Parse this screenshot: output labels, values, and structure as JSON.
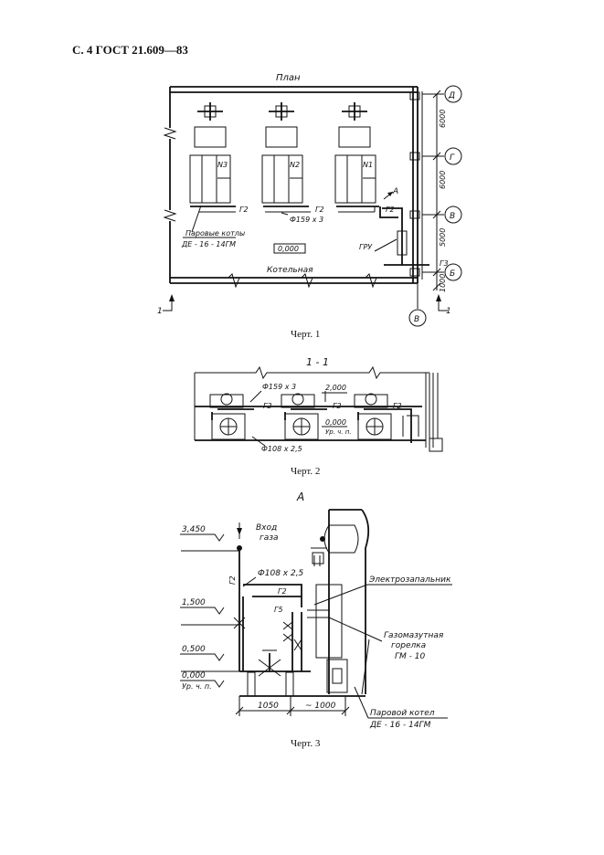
{
  "header": "С. 4 ГОСТ 21.609—83",
  "figure1": {
    "caption": "Черт. 1",
    "title": "План",
    "axes": [
      "Д",
      "Г",
      "В",
      "Б",
      "В"
    ],
    "dims": [
      "6000",
      "6000",
      "5000",
      "1000"
    ],
    "boilers": [
      "N3",
      "N2",
      "N1"
    ],
    "pipe_label": "Г2",
    "pipe_label_g3": "Г3",
    "diameter": "Ф159 х 3",
    "boiler_label_1": "Паровые котлы",
    "boiler_label_2": "ДЕ - 16 - 14ГМ",
    "level": "0,000",
    "room": "Котельная",
    "gru": "ГРУ",
    "view": "А",
    "section": "1"
  },
  "figure2": {
    "caption": "Черт. 2",
    "title": "1 - 1",
    "diam_top": "Ф159 х 3",
    "level_top": "2,000",
    "level_bottom": "0,000",
    "level_note": "Ур. ч. п.",
    "diam_bottom": "Ф108 х 2,5",
    "pipe_label": "Г2"
  },
  "figure3": {
    "caption": "Черт. 3",
    "title": "А",
    "levels": [
      "3,450",
      "1,500",
      "0,500",
      "0,000"
    ],
    "level_note": "Ур. ч. п.",
    "gas_in_1": "Вход",
    "gas_in_2": "газа",
    "pipe_g2": "Г2",
    "pipe_g5": "Г5",
    "diameter": "Ф108 х 2,5",
    "igniter": "Электрозапальник",
    "burner_1": "Газомазутная",
    "burner_2": "горелка",
    "burner_3": "ГМ - 10",
    "boiler_1": "Паровой котел",
    "boiler_2": "ДЕ - 16 - 14ГМ",
    "dim_1": "1050",
    "dim_2": "~ 1000"
  }
}
